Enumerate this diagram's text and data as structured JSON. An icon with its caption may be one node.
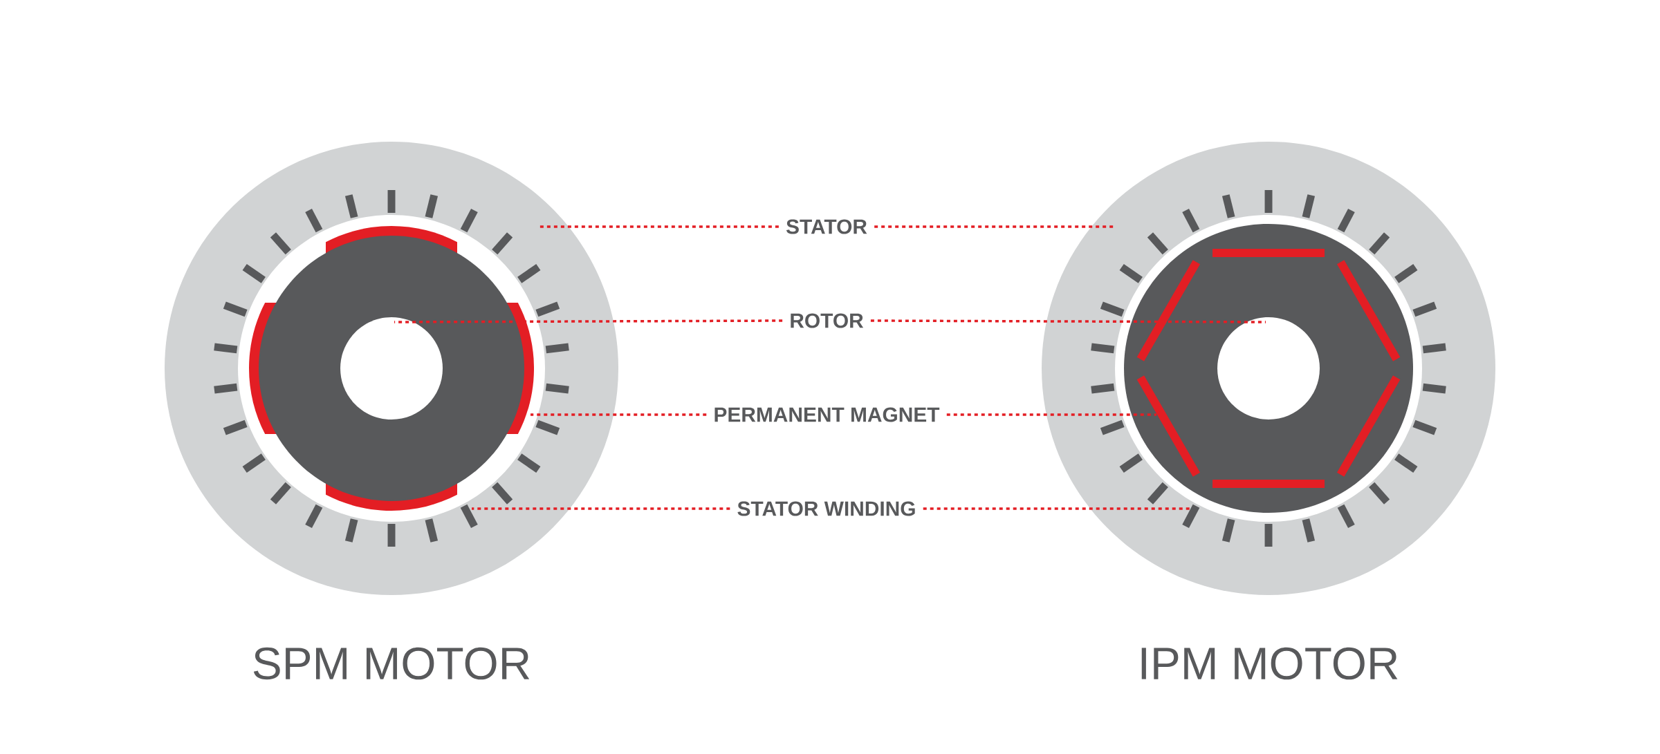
{
  "diagram": {
    "nodes": [
      {
        "text": [
          "STATOR"
        ]
      },
      {
        "text": [
          "ROTOR"
        ]
      },
      {
        "text": [
          "PERMANENT MAGNET"
        ]
      },
      {
        "text": [
          "STATOR WINDING"
        ]
      }
    ],
    "edges": [
      {
        "from": 0,
        "to": null,
        "arrow": "none",
        "style": "dashed"
      },
      {
        "from": 0,
        "to": null,
        "arrow": "none",
        "style": "dashed"
      },
      {
        "from": 1,
        "to": null,
        "arrow": "none",
        "style": "dashed"
      },
      {
        "from": 1,
        "to": null,
        "arrow": "none",
        "style": "dashed"
      },
      {
        "from": 2,
        "to": null,
        "arrow": "none",
        "style": "dashed"
      },
      {
        "from": 2,
        "to": null,
        "arrow": "none",
        "style": "dashed"
      },
      {
        "from": 3,
        "to": null,
        "arrow": "none",
        "style": "dashed"
      },
      {
        "from": 3,
        "to": null,
        "arrow": "none",
        "style": "dashed"
      }
    ],
    "labels": [
      "SPM MOTOR",
      "IPM MOTOR"
    ]
  }
}
